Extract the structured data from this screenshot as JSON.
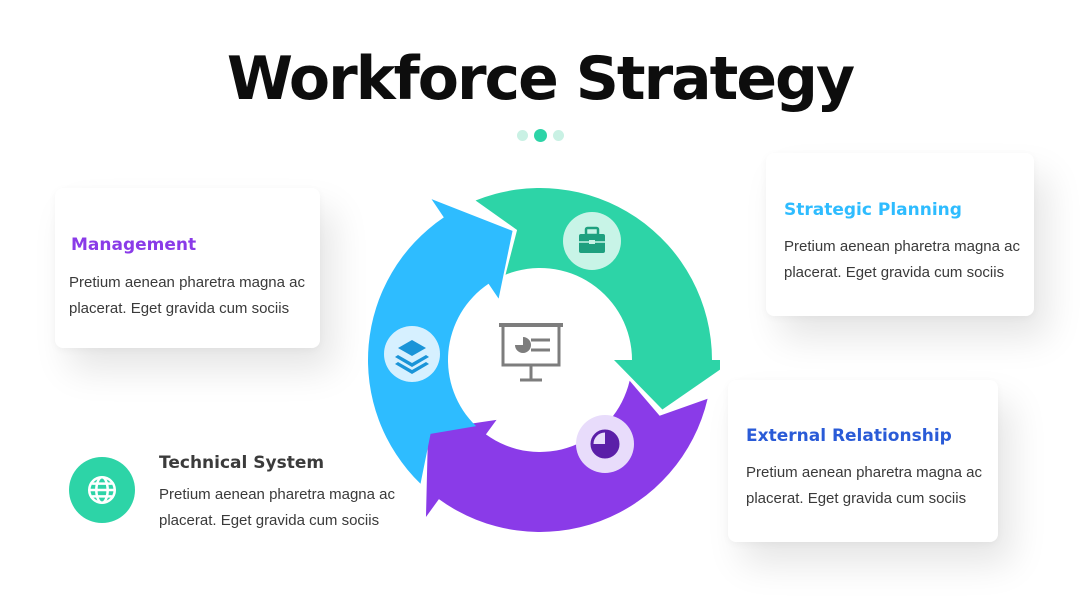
{
  "title": "Workforce Strategy",
  "colors": {
    "green": "#2dd4a7",
    "blue": "#2ebcff",
    "purple": "#8a3be8",
    "gray_icon": "#7d7d7d"
  },
  "sections": {
    "management": {
      "title": "Management",
      "body": "Pretium aenean pharetra magna ac placerat. Eget gravida cum sociis",
      "title_color": "#8a3be8"
    },
    "strategic_planning": {
      "title": "Strategic Planning",
      "body": "Pretium aenean pharetra magna ac placerat. Eget gravida cum sociis",
      "title_color": "#2ebcff"
    },
    "external_relationship": {
      "title": "External Relationship",
      "body": "Pretium aenean pharetra magna ac placerat. Eget gravida cum sociis",
      "title_color": "#2a5bd7"
    },
    "technical_system": {
      "title": "Technical System",
      "body": "Pretium aenean pharetra magna ac placerat. Eget gravida cum sociis",
      "title_color": "#3b3b3b"
    }
  },
  "icons": {
    "center": "presentation-board-icon",
    "green_segment": "briefcase-icon",
    "blue_segment": "layers-icon",
    "purple_segment": "pie-chart-icon",
    "technical": "globe-icon"
  }
}
